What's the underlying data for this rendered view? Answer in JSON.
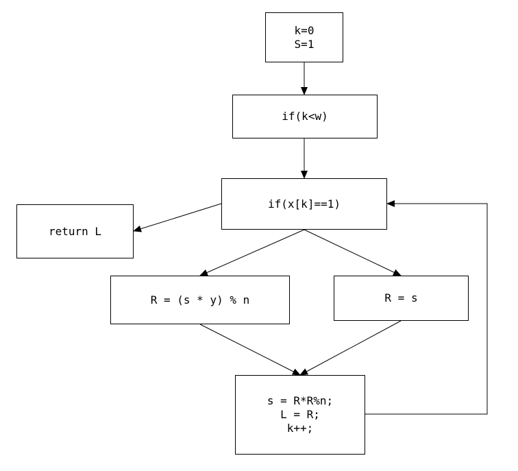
{
  "diagram": {
    "colors": {
      "stroke": "#000000",
      "fill": "#ffffff",
      "text": "#000000"
    },
    "nodes": [
      {
        "id": "init",
        "lines": [
          "k=0",
          "S=1"
        ]
      },
      {
        "id": "cond-kw",
        "lines": [
          "if(k<w)"
        ]
      },
      {
        "id": "cond-xk",
        "lines": [
          "if(x[k]==1)"
        ]
      },
      {
        "id": "return",
        "lines": [
          "return L"
        ]
      },
      {
        "id": "assign-r-mod",
        "lines": [
          "R = (s * y) % n"
        ]
      },
      {
        "id": "assign-r-s",
        "lines": [
          "R = s"
        ]
      },
      {
        "id": "update",
        "lines": [
          "s = R*R%n;",
          "L = R;",
          "k++;"
        ]
      }
    ],
    "edges": [
      {
        "from": "init",
        "to": "cond-kw"
      },
      {
        "from": "cond-kw",
        "to": "cond-xk"
      },
      {
        "from": "cond-xk",
        "to": "return"
      },
      {
        "from": "cond-xk",
        "to": "assign-r-mod"
      },
      {
        "from": "cond-xk",
        "to": "assign-r-s"
      },
      {
        "from": "assign-r-mod",
        "to": "update"
      },
      {
        "from": "assign-r-s",
        "to": "update"
      },
      {
        "from": "update",
        "to": "cond-xk"
      }
    ]
  }
}
